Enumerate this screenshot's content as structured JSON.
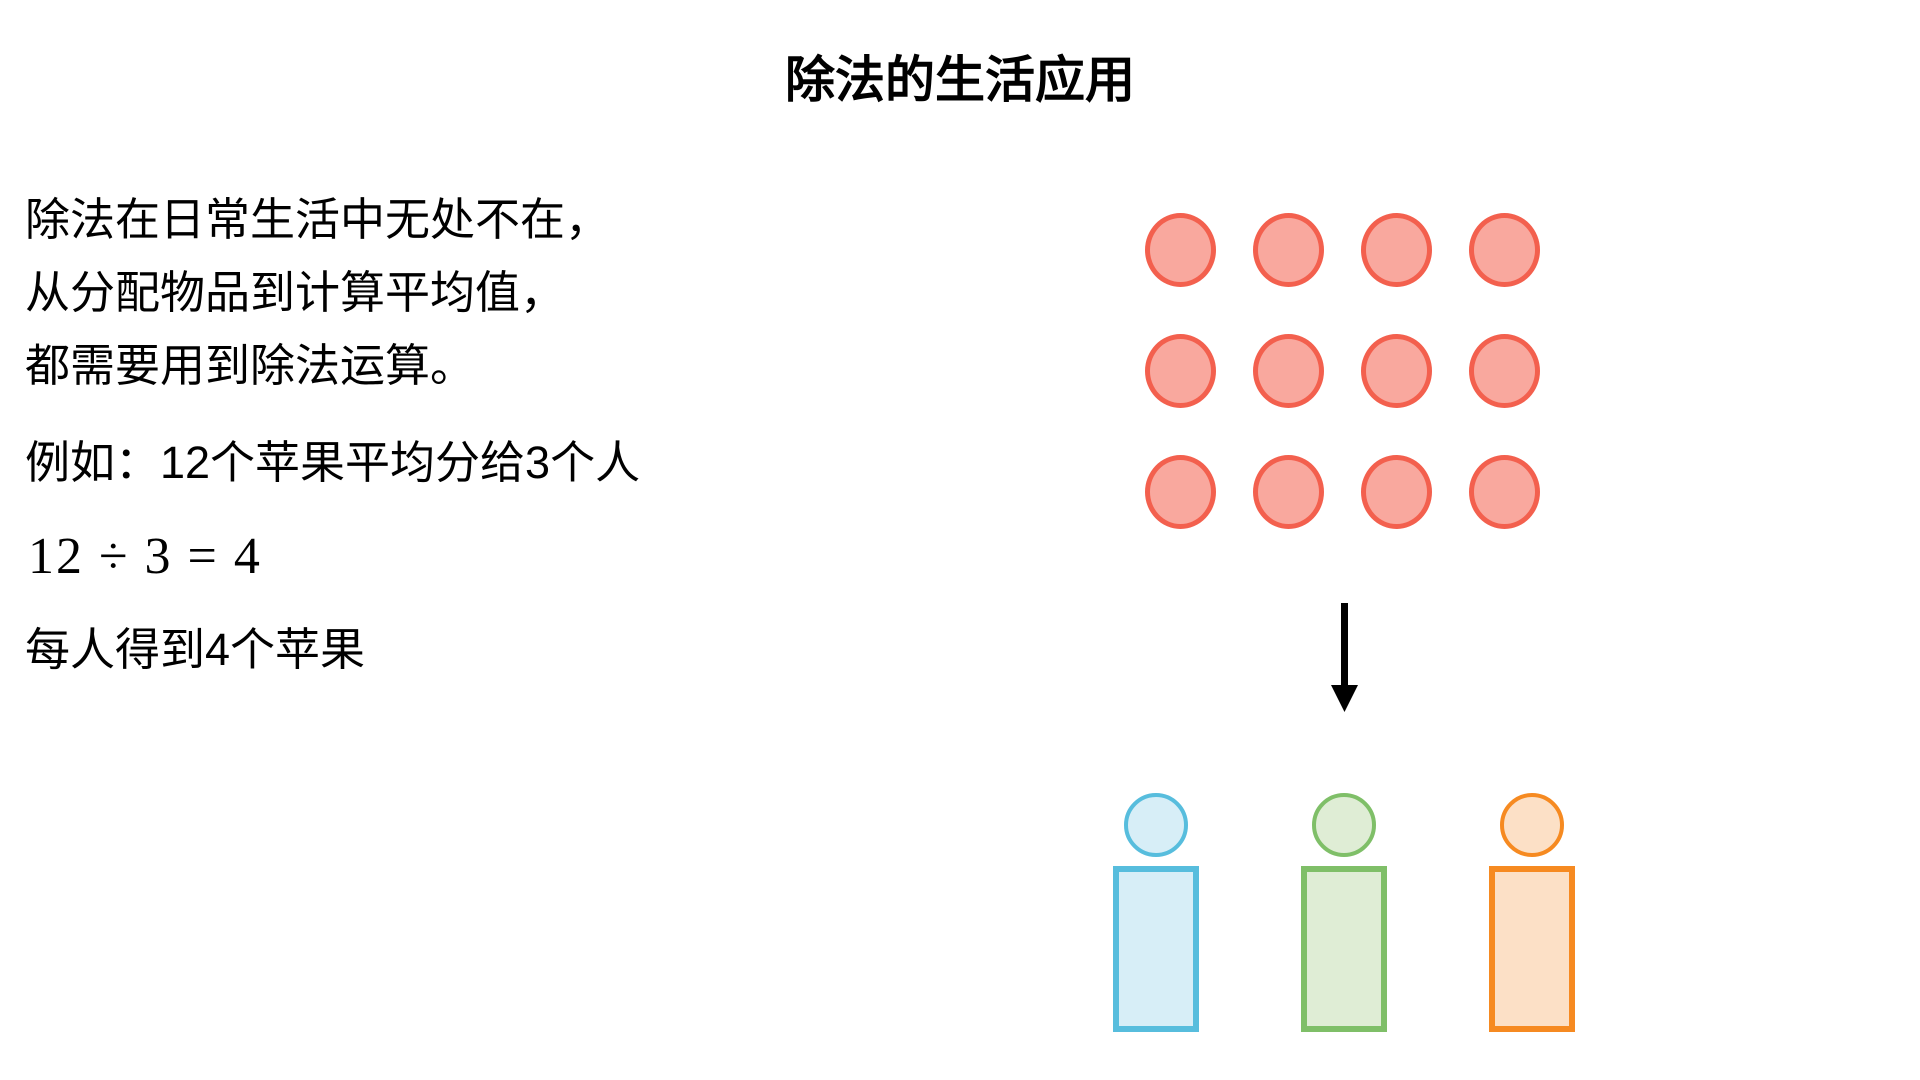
{
  "page": {
    "title": "除法的生活应用",
    "background": "#ffffff",
    "text_color": "#000000"
  },
  "intro": {
    "lines": [
      "除法在日常生活中无处不在，",
      "从分配物品到计算平均值，",
      "都需要用到除法运算。"
    ]
  },
  "example": {
    "prompt": "例如：12个苹果平均分给3个人",
    "formula": "12 ÷ 3 = 4",
    "result": "每人得到4个苹果"
  },
  "apples": {
    "count": 12,
    "rows": 3,
    "cols": 4,
    "fill": "#F9A89E",
    "stroke": "#F3604E"
  },
  "arrow": {
    "direction": "down",
    "color": "#000000"
  },
  "people": [
    {
      "name": "person-blue",
      "fill": "#D7EEF7",
      "stroke": "#57BDDD"
    },
    {
      "name": "person-green",
      "fill": "#DFEDD5",
      "stroke": "#7FBF68"
    },
    {
      "name": "person-orange",
      "fill": "#FCE0C6",
      "stroke": "#F68A21"
    }
  ]
}
